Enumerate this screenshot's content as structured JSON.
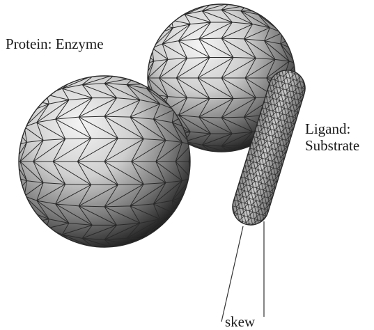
{
  "labels": {
    "protein": "Protein: Enzyme",
    "ligand_line1": "Ligand:",
    "ligand_line2": "Substrate",
    "skew": "skew"
  },
  "colors": {
    "mesh_line": "#2a2a2a",
    "sphere_highlight": "#f4f4f4",
    "sphere_mid": "#8c8c8c",
    "sphere_shadow": "#141414",
    "capsule_fill": "#b0b0b0"
  },
  "icons": {
    "enzyme": "geodesic-sphere-icon",
    "substrate": "meshed-capsule-icon"
  }
}
